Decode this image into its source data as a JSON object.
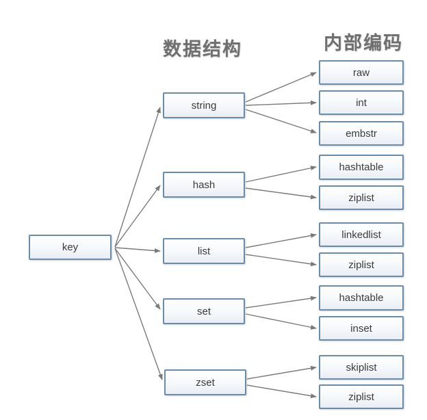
{
  "colors": {
    "box_border": "#6a8cab",
    "box_fill_top": "#ffffff",
    "box_fill_bottom": "#e9eef5",
    "arrow": "#7a7a7a",
    "header_text": "#6f6f6f",
    "label_text": "#3a3a3a"
  },
  "diagram": {
    "headers": {
      "data_structure": "数据结构",
      "internal_encoding": "内部编码"
    },
    "root": {
      "label": "key"
    },
    "types": [
      {
        "label": "string",
        "encodings": [
          "raw",
          "int",
          "embstr"
        ]
      },
      {
        "label": "hash",
        "encodings": [
          "hashtable",
          "ziplist"
        ]
      },
      {
        "label": "list",
        "encodings": [
          "linkedlist",
          "ziplist"
        ]
      },
      {
        "label": "set",
        "encodings": [
          "hashtable",
          "inset"
        ]
      },
      {
        "label": "zset",
        "encodings": [
          "skiplist",
          "ziplist"
        ]
      }
    ]
  }
}
